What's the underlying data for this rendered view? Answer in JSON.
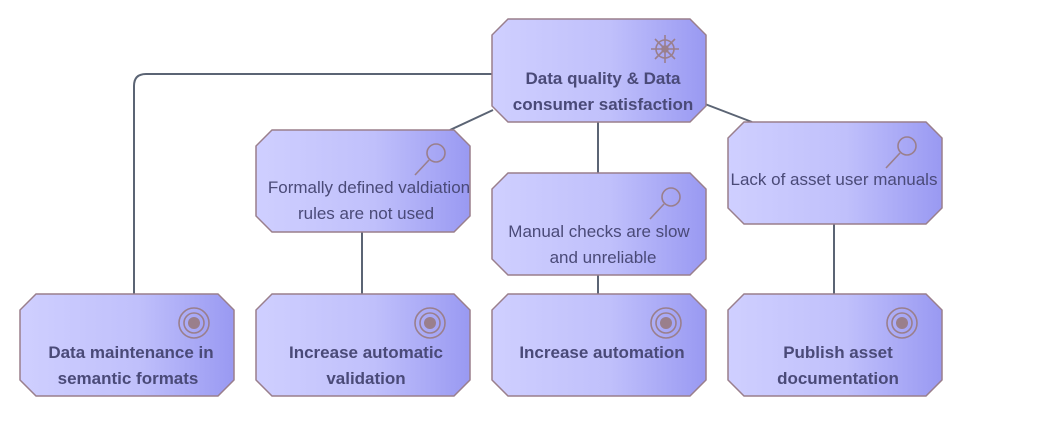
{
  "colors": {
    "node_fill_light": "#cfcfff",
    "node_fill_dark": "#9999f2",
    "node_border": "#9a7f8c",
    "connector": "#5b6474",
    "icon": "#9a7f8c",
    "label_text": "#4a4a78"
  },
  "nodes": {
    "driver": {
      "icon": "driver-wheel-icon",
      "line1": "Data quality & Data",
      "line2": "consumer satisfaction"
    },
    "assessment_rules": {
      "icon": "magnifier-icon",
      "line1": "Formally defined valdiation",
      "line2": "rules are not used"
    },
    "assessment_manual": {
      "icon": "magnifier-icon",
      "line1": "Manual checks are slow",
      "line2": "and unreliable"
    },
    "assessment_manuals": {
      "icon": "magnifier-icon",
      "line1": "Lack of asset user manuals"
    },
    "goal_semantic": {
      "icon": "target-icon",
      "line1": "Data maintenance in",
      "line2": "semantic formats"
    },
    "goal_validation": {
      "icon": "target-icon",
      "line1": "Increase automatic",
      "line2": "validation"
    },
    "goal_automation": {
      "icon": "target-icon",
      "line1": "Increase automation"
    },
    "goal_docs": {
      "icon": "target-icon",
      "line1": "Publish asset",
      "line2": "documentation"
    }
  }
}
